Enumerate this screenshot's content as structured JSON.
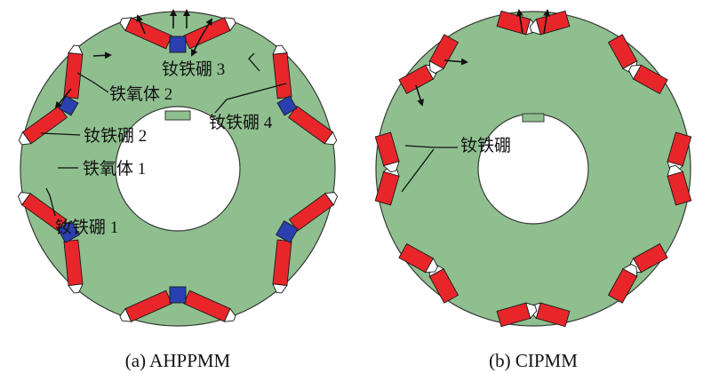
{
  "colors": {
    "rotor": "#8fbf8f",
    "rotor_edge": "#3a3a3a",
    "ndfeb": "#e8262a",
    "ferrite": "#2a3fb0",
    "shaft_hole": "#ffffff"
  },
  "panel_a": {
    "caption": "(a) AHPPMM",
    "labels": {
      "ferrite_2": "铁氧体 2",
      "ndfeb_3": "钕铁硼 3",
      "ndfeb_4": "钕铁硼 4",
      "ndfeb_2": "钕铁硼 2",
      "ferrite_1": "铁氧体 1",
      "ndfeb_1": "钕铁硼 1"
    }
  },
  "panel_b": {
    "caption": "(b) CIPMM",
    "labels": {
      "ndfeb": "钕铁硼"
    }
  }
}
